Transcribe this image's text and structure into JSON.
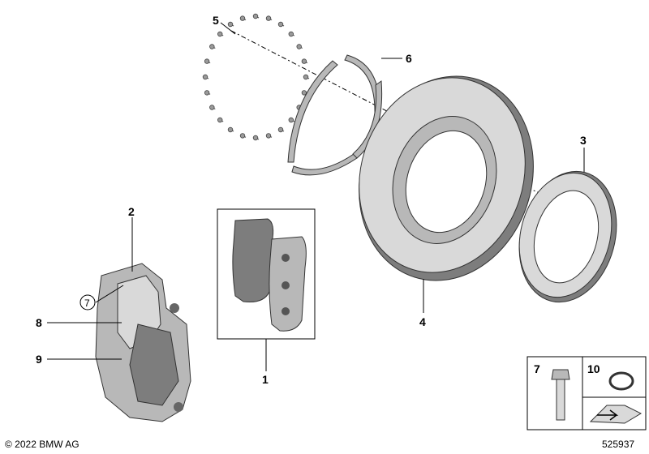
{
  "callouts": {
    "c1": "1",
    "c2": "2",
    "c3": "3",
    "c4": "4",
    "c5": "5",
    "c6": "6",
    "c7": "7",
    "c8": "8",
    "c9": "9",
    "c7_inset": "7",
    "c10_inset": "10"
  },
  "footer": {
    "copyright": "© 2022 BMW AG",
    "diagram_number": "525937"
  }
}
